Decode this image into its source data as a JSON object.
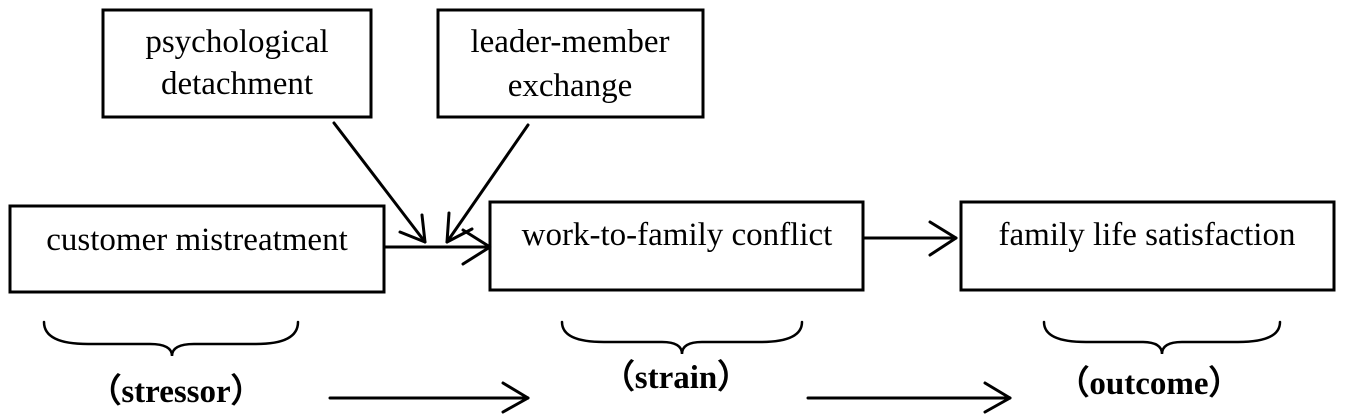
{
  "nodes": {
    "psychological_detachment": {
      "line1": "psychological",
      "line2": "detachment"
    },
    "leader_member_exchange": {
      "line1": "leader-member",
      "line2": "exchange"
    },
    "customer_mistreatment": {
      "label": "customer mistreatment"
    },
    "work_to_family_conflict": {
      "label": "work-to-family conflict"
    },
    "family_life_satisfaction": {
      "label": "family life satisfaction"
    }
  },
  "stages": {
    "stressor": "（stressor）",
    "strain": "（strain）",
    "outcome": "（outcome）"
  },
  "edges": [
    {
      "from": "customer_mistreatment",
      "to": "work_to_family_conflict"
    },
    {
      "from": "psychological_detachment",
      "to": "customer_mistreatment→work_to_family_conflict"
    },
    {
      "from": "leader_member_exchange",
      "to": "customer_mistreatment→work_to_family_conflict"
    },
    {
      "from": "work_to_family_conflict",
      "to": "family_life_satisfaction"
    },
    {
      "from": "stressor",
      "to": "strain"
    },
    {
      "from": "strain",
      "to": "outcome"
    }
  ]
}
